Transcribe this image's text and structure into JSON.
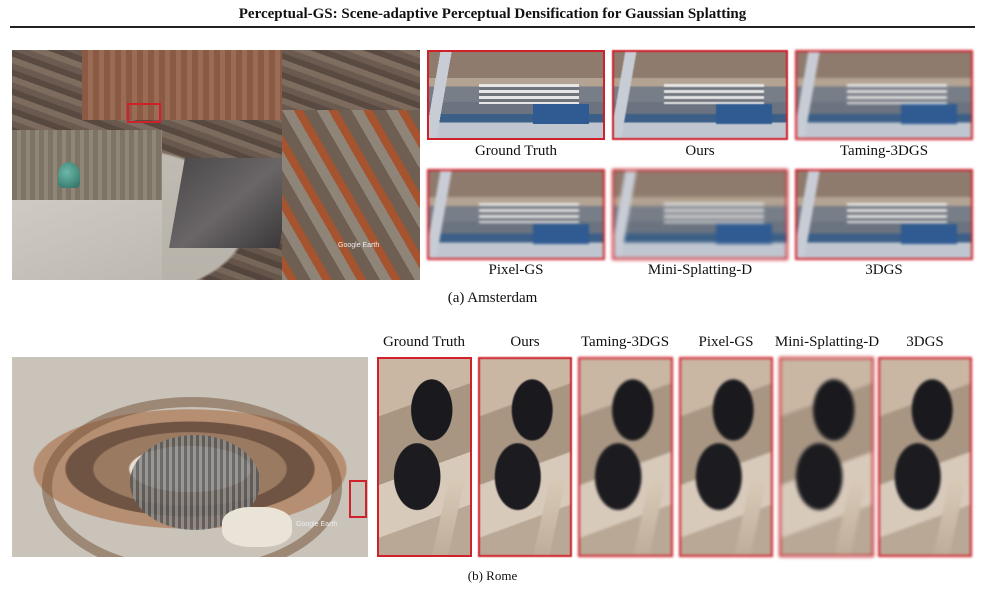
{
  "header": {
    "title": "Perceptual-GS: Scene-adaptive Perceptual Densification for Gaussian Splatting"
  },
  "amsterdam": {
    "watermark": "Google Earth",
    "crop_labels": [
      "Ground Truth",
      "Ours",
      "Taming-3DGS",
      "Pixel-GS",
      "Mini-Splatting-D",
      "3DGS"
    ],
    "caption": "(a) Amsterdam"
  },
  "rome": {
    "watermark": "Google Earth",
    "crop_labels": [
      "Ground Truth",
      "Ours",
      "Taming-3DGS",
      "Pixel-GS",
      "Mini-Splatting-D",
      "3DGS"
    ],
    "caption": "(b) Rome"
  },
  "colors": {
    "highlight_box": "#d0202a"
  }
}
